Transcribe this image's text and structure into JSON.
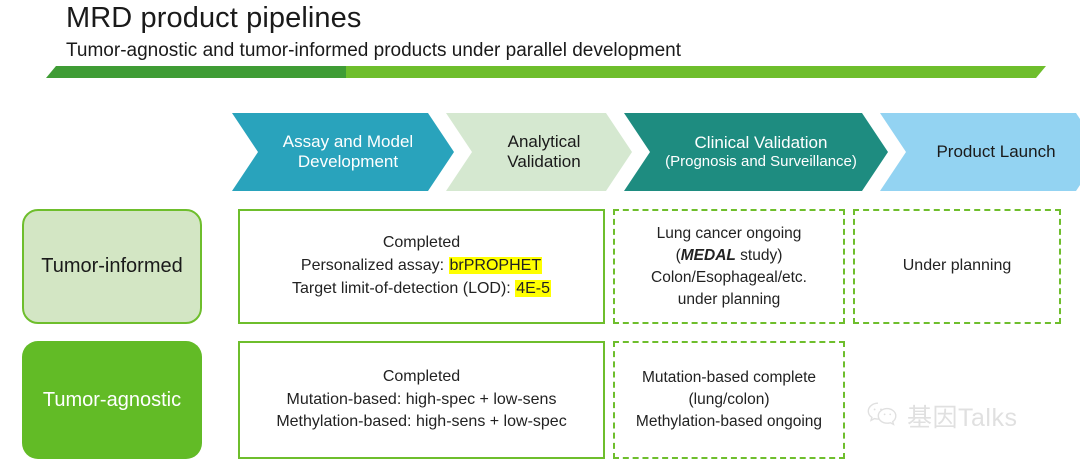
{
  "header": {
    "title": "MRD product pipelines",
    "subtitle": "Tumor-agnostic and tumor-informed products under parallel development",
    "divider_left_color": "#3f9c35",
    "divider_right_color": "#6ebe2c"
  },
  "stages": [
    {
      "name": "assay-and-model-development",
      "line1": "Assay and Model",
      "line2": "Development",
      "bg": "#29a3bc",
      "fg": "#ffffff"
    },
    {
      "name": "analytical-validation",
      "line1": "Analytical",
      "line2": "Validation",
      "bg": "#d5e8d0",
      "fg": "#1a1a1a"
    },
    {
      "name": "clinical-validation",
      "line1": "Clinical Validation",
      "line2": "(Prognosis and Surveillance)",
      "bg": "#1e8c80",
      "fg": "#ffffff"
    },
    {
      "name": "product-launch",
      "line1": "Product Launch",
      "line2": "",
      "bg": "#93d3f2",
      "fg": "#1a1a1a"
    }
  ],
  "rows": [
    {
      "label": "Tumor-informed",
      "label_bg": "#d3e6c4",
      "label_fg": "#1a1a1a",
      "cells": {
        "development": {
          "border": "solid",
          "line1": "Completed",
          "line2_prefix": "Personalized assay: ",
          "line2_highlight": "brPROPHET",
          "line3_prefix": "Target limit-of-detection (LOD): ",
          "line3_highlight": "4E-5"
        },
        "clinical": {
          "border": "dashed",
          "line1": "Lung cancer ongoing",
          "line2_open": "(",
          "line2_emphasis": "MEDAL",
          "line2_close": " study)",
          "line3": "Colon/Esophageal/etc.",
          "line4": "under planning"
        },
        "launch": {
          "border": "dashed",
          "line1": "Under planning"
        }
      }
    },
    {
      "label": "Tumor-agnostic",
      "label_bg": "#62bb26",
      "label_fg": "#ffffff",
      "cells": {
        "development": {
          "border": "solid",
          "line1": "Completed",
          "line2": "Mutation-based: high-spec + low-sens",
          "line3": "Methylation-based: high-sens + low-spec"
        },
        "clinical": {
          "border": "dashed",
          "line1": "Mutation-based complete",
          "line2": "(lung/colon)",
          "line3": "Methylation-based ongoing"
        }
      }
    }
  ],
  "watermark": {
    "text": "基因Talks",
    "icon": "wechat-icon"
  },
  "colors": {
    "green_border": "#6ebe2c",
    "highlight_yellow": "#ffff00"
  }
}
